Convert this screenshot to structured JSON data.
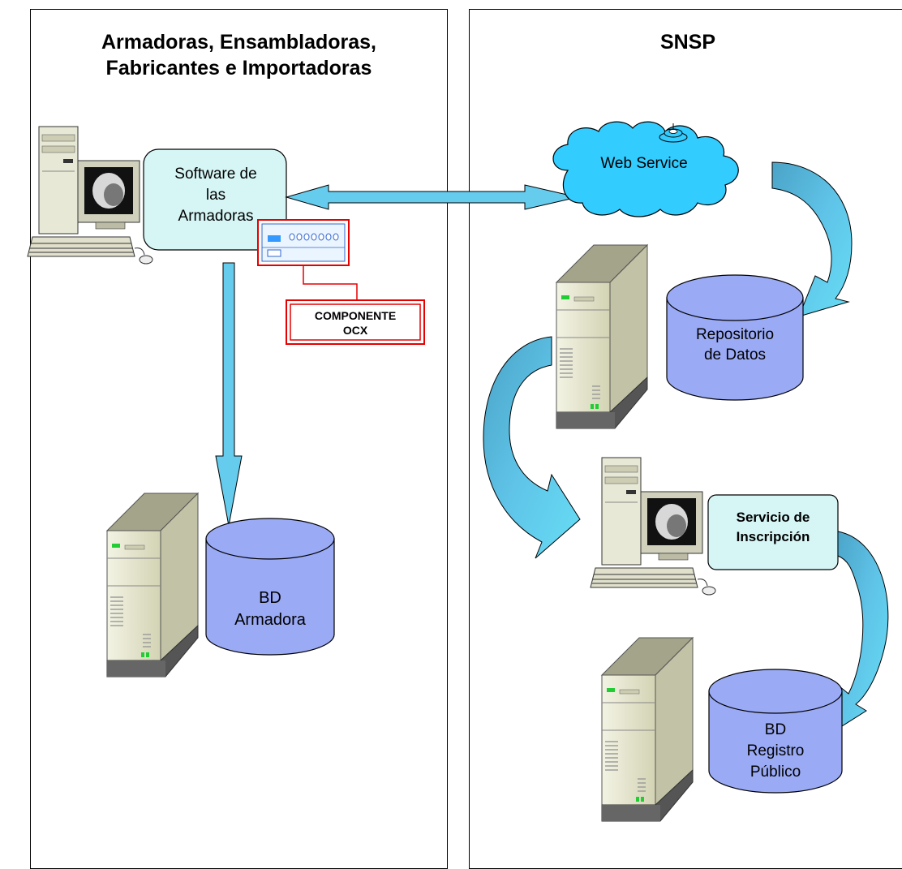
{
  "left_panel": {
    "title_line1": "Armadoras, Ensambladoras,",
    "title_line2": "Fabricantes e Importadoras"
  },
  "right_panel": {
    "title": "SNSP"
  },
  "software_box": {
    "line1": "Software de",
    "line2": "las",
    "line3": "Armadoras"
  },
  "ocx_box": {
    "line1": "COMPONENTE",
    "line2": "OCX"
  },
  "bd_armadora": {
    "line1": "BD",
    "line2": "Armadora"
  },
  "web_service": {
    "label": "Web Service"
  },
  "repositorio": {
    "line1": "Repositorio",
    "line2": "de Datos"
  },
  "servicio": {
    "line1": "Servicio de",
    "line2": "Inscripción"
  },
  "bd_registro": {
    "line1": "BD",
    "line2": "Registro",
    "line3": "Público"
  },
  "colors": {
    "arrow_fill": "#66ccee",
    "curved_arrow_light": "#66ddf5",
    "curved_arrow_dark": "#4aa3c7",
    "box_fill": "#d6f5f5",
    "cylinder_fill": "#9aaaf5",
    "cloud_fill": "#33ccff",
    "ocx_border": "#e60000",
    "server_body": "#e0e0c4"
  }
}
